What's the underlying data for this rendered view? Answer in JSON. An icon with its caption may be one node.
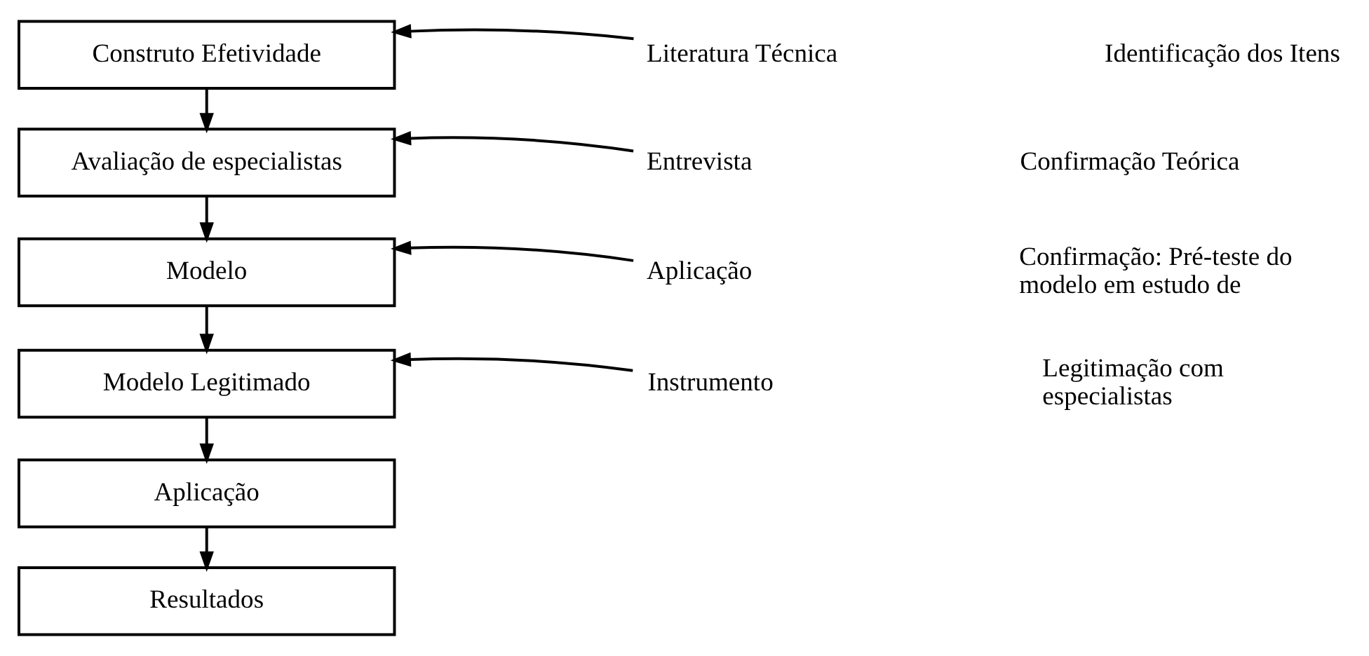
{
  "diagram": {
    "nodes": [
      {
        "text": [
          "Construto Efetividade"
        ]
      },
      {
        "text": [
          "Avaliação de especialistas"
        ]
      },
      {
        "text": [
          "Modelo"
        ]
      },
      {
        "text": [
          "Modelo Legitimado"
        ]
      },
      {
        "text": [
          "Aplicação"
        ]
      },
      {
        "text": [
          "Resultados"
        ]
      },
      {
        "text": [
          "Literatura Técnica"
        ]
      },
      {
        "text": [
          "Entrevista"
        ]
      },
      {
        "text": [
          "Aplicação"
        ]
      },
      {
        "text": [
          "Instrumento"
        ]
      }
    ],
    "edges": [
      {
        "from": 0,
        "to": 1,
        "arrow": "to"
      },
      {
        "from": 1,
        "to": 2,
        "arrow": "to"
      },
      {
        "from": 2,
        "to": 3,
        "arrow": "to"
      },
      {
        "from": 3,
        "to": 4,
        "arrow": "to"
      },
      {
        "from": 4,
        "to": 5,
        "arrow": "to"
      },
      {
        "from": 6,
        "to": 0,
        "arrow": "to"
      },
      {
        "from": 7,
        "to": 1,
        "arrow": "to"
      },
      {
        "from": 8,
        "to": 2,
        "arrow": "to"
      },
      {
        "from": 9,
        "to": 3,
        "arrow": "to"
      }
    ],
    "labels": [
      "Identificação dos Itens",
      "Confirmação Teórica",
      "Confirmação: Pré-teste do modelo em estudo de",
      "Legitimação com especialistas"
    ]
  }
}
